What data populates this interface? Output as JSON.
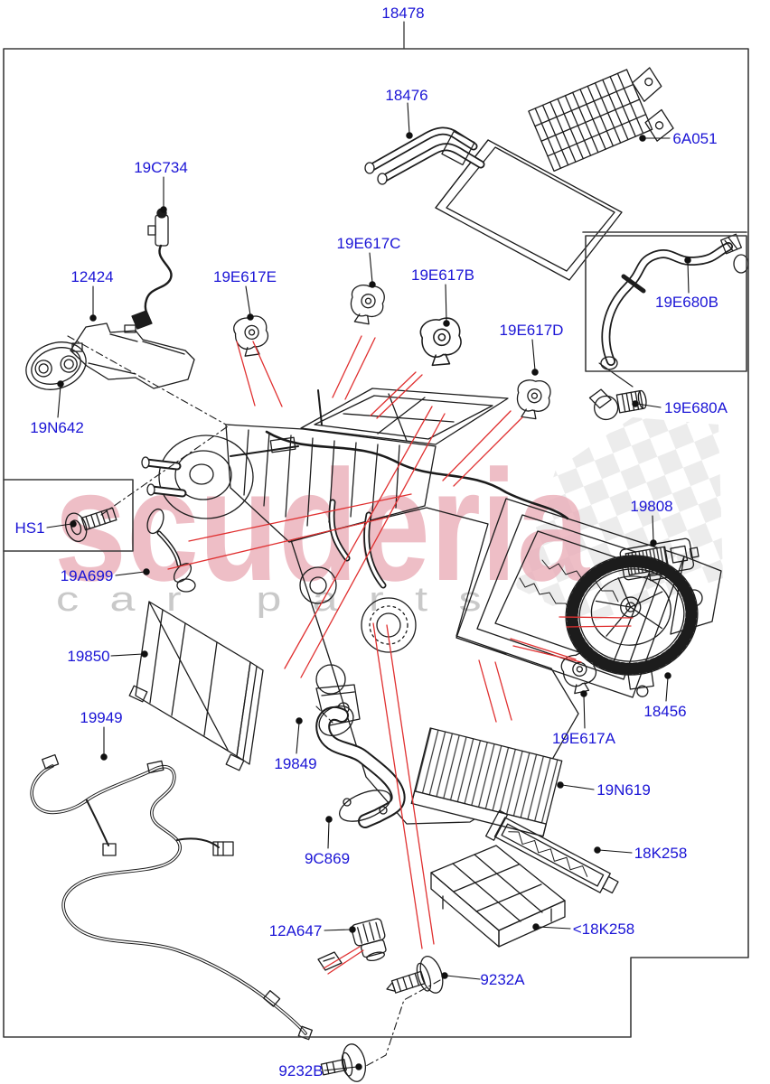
{
  "diagram": {
    "watermark": {
      "brand": "scuderia",
      "sub": "car parts"
    },
    "colors": {
      "label_blue": "#1b15d6",
      "leader_red": "#e03030",
      "line_black": "#1c1c1c",
      "border_gray": "#3c3c3c",
      "watermark_pink": "#eaaeb9",
      "watermark_gray": "#c4c4c4",
      "checker_gray": "#d8d8d8"
    },
    "labels": [
      {
        "id": "18478",
        "text": "18478"
      },
      {
        "id": "18476",
        "text": "18476"
      },
      {
        "id": "6A051",
        "text": "6A051"
      },
      {
        "id": "19C734",
        "text": "19C734"
      },
      {
        "id": "12424",
        "text": "12424"
      },
      {
        "id": "19N642",
        "text": "19N642"
      },
      {
        "id": "19E617E",
        "text": "19E617E"
      },
      {
        "id": "19E617C",
        "text": "19E617C"
      },
      {
        "id": "19E617B",
        "text": "19E617B"
      },
      {
        "id": "19E617D",
        "text": "19E617D"
      },
      {
        "id": "19E680B",
        "text": "19E680B"
      },
      {
        "id": "19E680A",
        "text": "19E680A"
      },
      {
        "id": "HS1",
        "text": "HS1"
      },
      {
        "id": "19A699",
        "text": "19A699"
      },
      {
        "id": "19850",
        "text": "19850"
      },
      {
        "id": "19949",
        "text": "19949"
      },
      {
        "id": "19849",
        "text": "19849"
      },
      {
        "id": "9C869",
        "text": "9C869"
      },
      {
        "id": "19808",
        "text": "19808"
      },
      {
        "id": "18456",
        "text": "18456"
      },
      {
        "id": "19E617A",
        "text": "19E617A"
      },
      {
        "id": "19N619",
        "text": "19N619"
      },
      {
        "id": "18K258",
        "text": "18K258"
      },
      {
        "id": "18K258b",
        "text": "<18K258"
      },
      {
        "id": "12A647",
        "text": "12A647"
      },
      {
        "id": "9232A",
        "text": "9232A"
      },
      {
        "id": "9232B",
        "text": "9232B"
      }
    ]
  }
}
